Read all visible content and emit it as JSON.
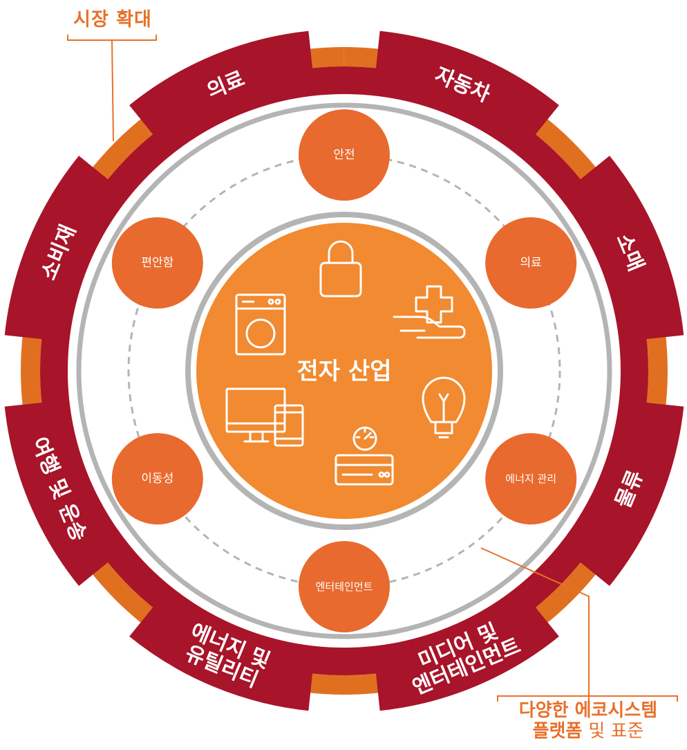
{
  "colors": {
    "outer_ring": "#a81429",
    "gear_tooth_accent": "#e07020",
    "inner_ring_gray": "#b4b4b4",
    "center_fill": "#f18a30",
    "node_fill": "#e86a2e",
    "callout": "#e8702a"
  },
  "callouts": {
    "market_expansion": "시장 확대",
    "ecosystem_line1": "다양한 에코시스템",
    "ecosystem_line2_bold": "플랫폼",
    "ecosystem_line2_rest": "및 표준"
  },
  "outer_segments": [
    {
      "id": "medical",
      "lines": [
        "의료"
      ]
    },
    {
      "id": "automotive",
      "lines": [
        "자동차"
      ]
    },
    {
      "id": "retail",
      "lines": [
        "소매"
      ]
    },
    {
      "id": "logistics",
      "lines": [
        "물류"
      ]
    },
    {
      "id": "media-entertainment",
      "lines": [
        "미디어 및",
        "엔터테인먼트"
      ]
    },
    {
      "id": "energy-utility",
      "lines": [
        "에너지 및",
        "유틸리티"
      ]
    },
    {
      "id": "travel-transport",
      "lines": [
        "여행 및 운송"
      ]
    },
    {
      "id": "consumer",
      "lines": [
        "소비재"
      ]
    }
  ],
  "nodes": [
    {
      "id": "safety",
      "label": "안전"
    },
    {
      "id": "medical",
      "label": "의료"
    },
    {
      "id": "energy-management",
      "label": "에너지 관리"
    },
    {
      "id": "entertainment",
      "label": "엔터테인먼트"
    },
    {
      "id": "mobility",
      "label": "이동성"
    },
    {
      "id": "convenience",
      "label": "편안함"
    }
  ],
  "center": {
    "title": "전자 산업",
    "icons": [
      "lock-icon",
      "medical-hand-icon",
      "lightbulb-icon",
      "meter-device-icon",
      "devices-icon",
      "washing-machine-icon"
    ]
  }
}
